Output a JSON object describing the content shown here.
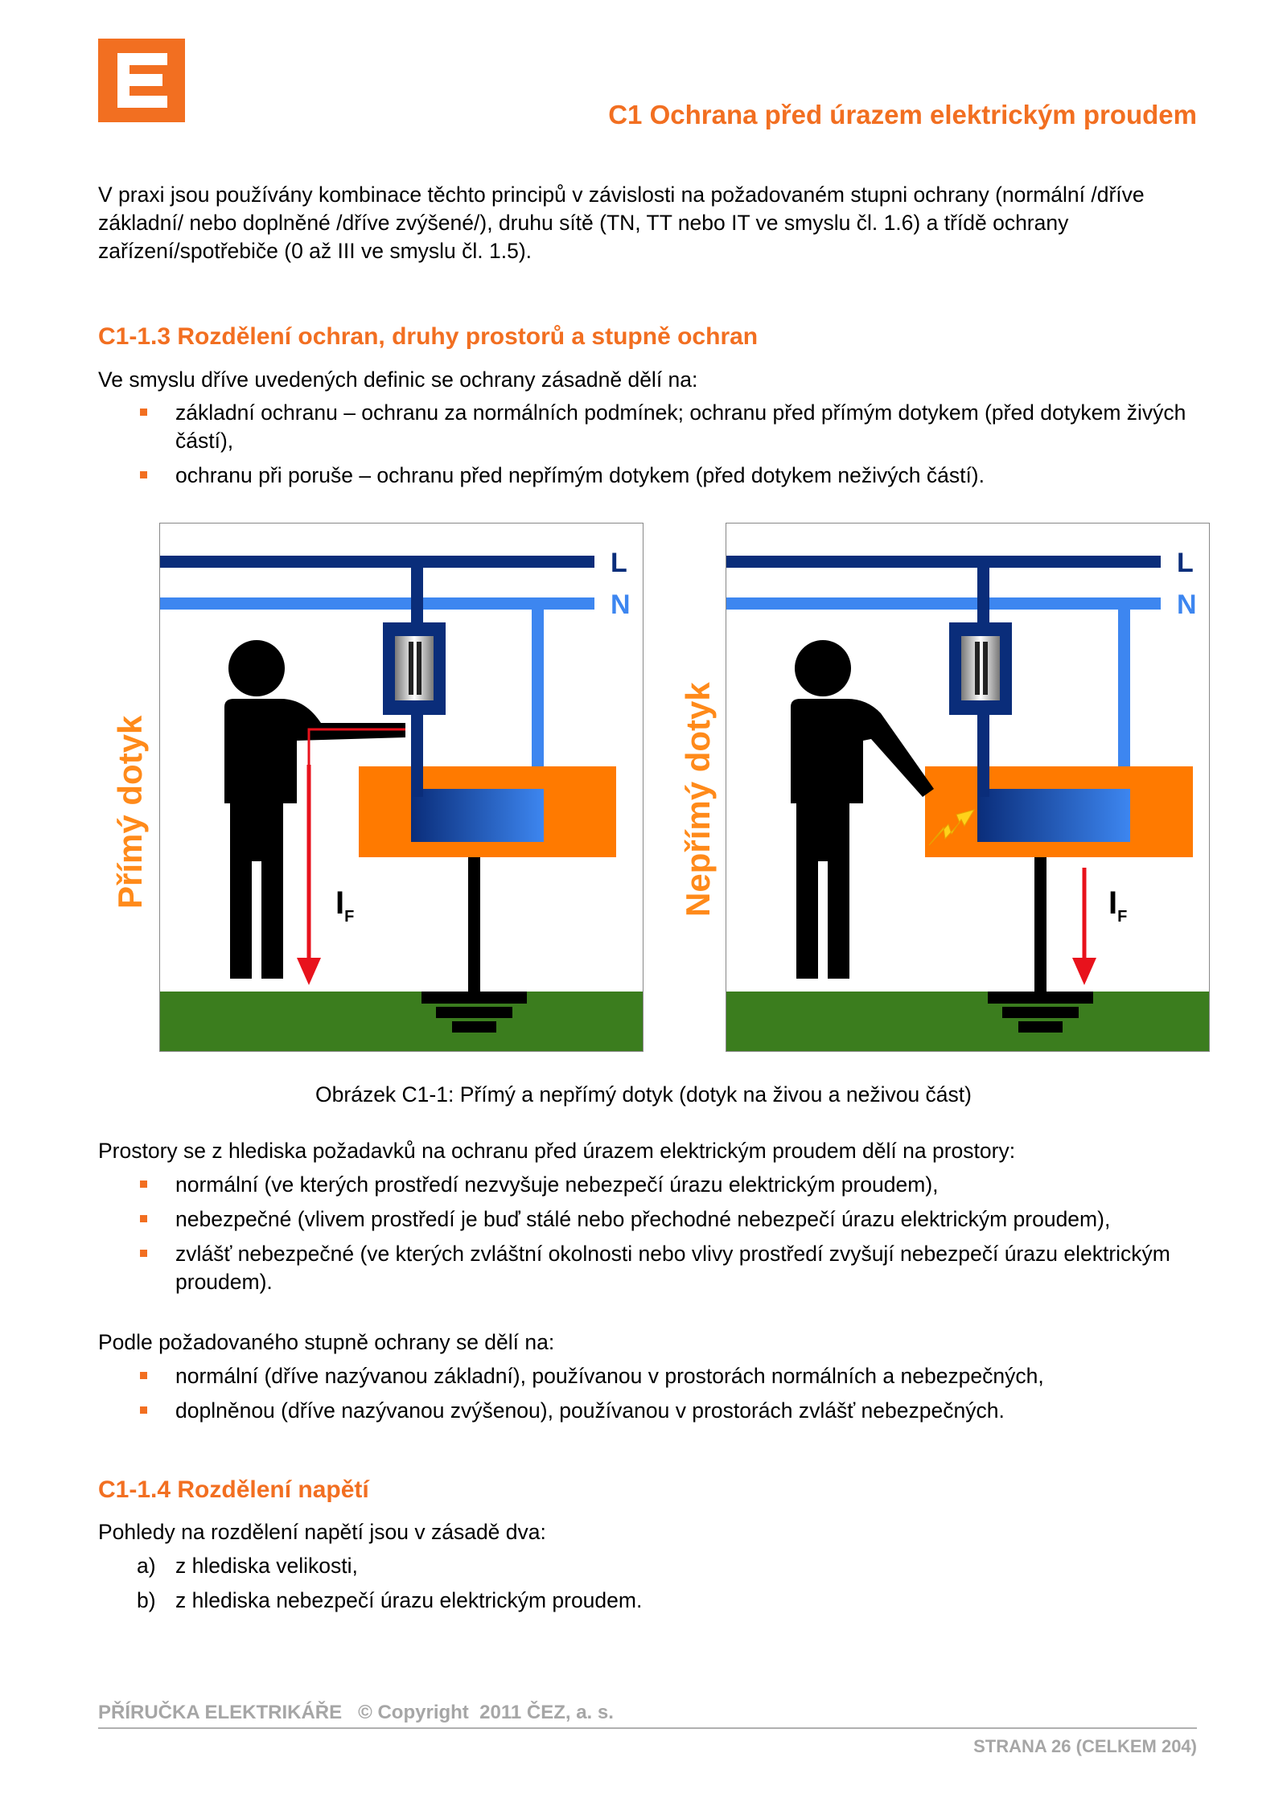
{
  "header": {
    "title": "C1 Ochrana před úrazem elektrickým proudem",
    "brand_color": "#f26f21"
  },
  "intro": "V praxi jsou používány kombinace těchto principů v závislosti na požadovaném stupni ochrany (normální /dříve základní/ nebo doplněné /dříve zvýšené/), druhu sítě (TN, TT nebo IT ve smyslu čl. 1.6) a třídě ochrany zařízení/spotřebiče (0 až III ve smyslu čl. 1.5).",
  "section1": {
    "heading": "C1-1.3 Rozdělení ochran, druhy prostorů a stupně ochran",
    "lead": "Ve smyslu dříve uvedených definic se ochrany zásadně dělí na:",
    "bullets": [
      "základní ochranu – ochranu za normálních podmínek; ochranu před přímým dotykem (před dotykem živých částí),",
      "ochranu při poruše – ochranu před nepřímým dotykem (před dotykem neživých částí)."
    ]
  },
  "figure": {
    "left": {
      "side_label": "Přímý dotyk",
      "line_L": "L",
      "line_N": "N",
      "current": "I",
      "current_sub": "F"
    },
    "right": {
      "side_label": "Nepřímý dotyk",
      "line_L": "L",
      "line_N": "N",
      "current": "I",
      "current_sub": "F"
    },
    "caption": "Obrázek C1-1: Přímý a nepřímý dotyk (dotyk na živou a neživou část)",
    "colors": {
      "phase": "#0a2d7a",
      "neutral": "#3d86f0",
      "device": "#ff7a00",
      "ground": "#3b7d1e",
      "current": "#e8121c",
      "person": "#000000"
    }
  },
  "section2": {
    "lead": "Prostory se z hlediska požadavků na ochranu před úrazem elektrickým proudem dělí na prostory:",
    "bullets": [
      "normální (ve kterých prostředí nezvyšuje nebezpečí úrazu elektrickým proudem),",
      "nebezpečné (vlivem prostředí je buď stálé nebo přechodné nebezpečí úrazu elektrickým proudem),",
      "zvlášť nebezpečné (ve kterých zvláštní okolnosti nebo vlivy prostředí zvyšují nebezpečí úrazu elektrickým proudem)."
    ],
    "lead2": "Podle požadovaného stupně ochrany se dělí na:",
    "bullets2": [
      "normální (dříve nazývanou základní), používanou v prostorách normálních a nebezpečných,",
      "doplněnou (dříve nazývanou zvýšenou), používanou v prostorách zvlášť nebezpečných."
    ]
  },
  "section3": {
    "heading": "C1-1.4 Rozdělení napětí",
    "lead": "Pohledy na rozdělení napětí jsou v zásadě dva:",
    "items": [
      {
        "marker": "a)",
        "text": "z hlediska velikosti,"
      },
      {
        "marker": "b)",
        "text": "z hlediska nebezpečí úrazu elektrickým proudem."
      }
    ]
  },
  "footer": {
    "left": "PŘÍRUČKA ELEKTRIKÁŘE   © Copyright  2011 ČEZ, a. s.",
    "right": "STRANA 26 (CELKEM 204)"
  }
}
